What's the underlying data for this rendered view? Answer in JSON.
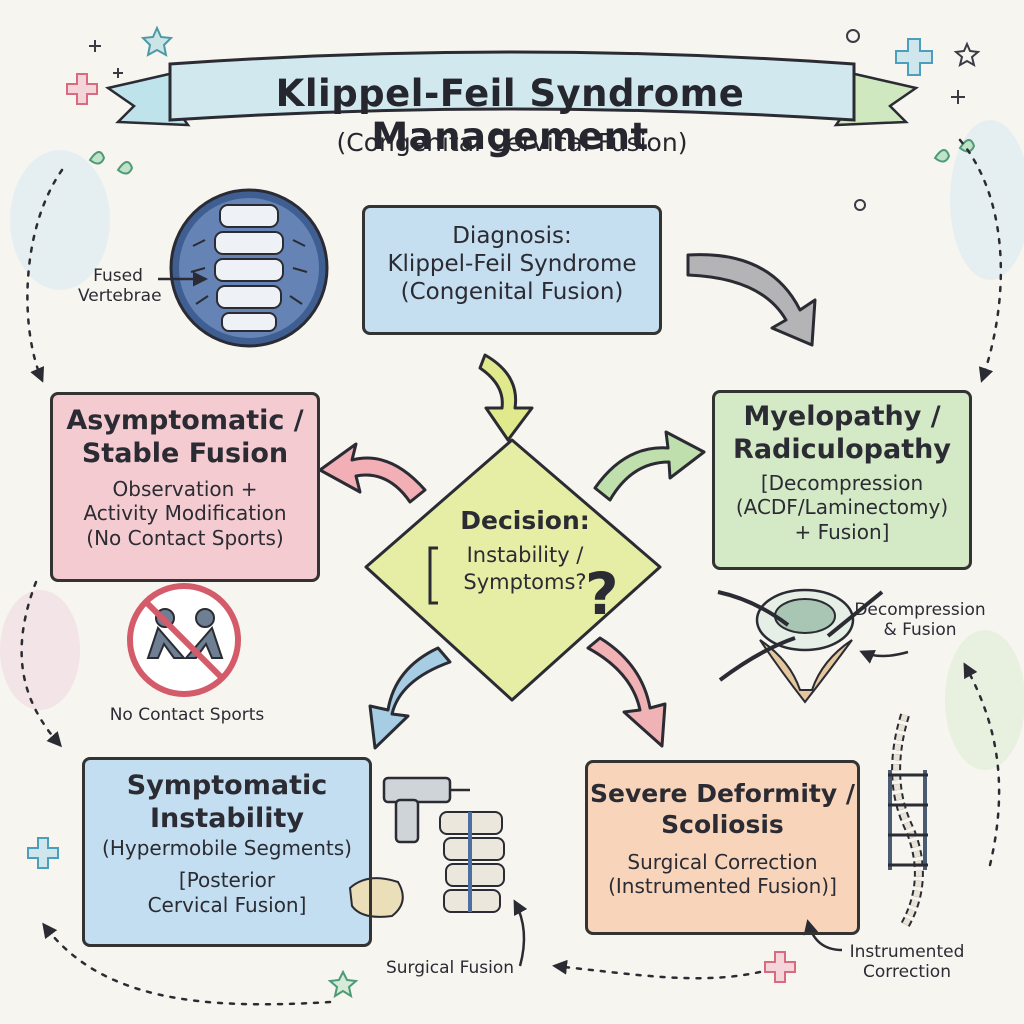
{
  "title": "Klippel-Feil Syndrome Management",
  "subtitle": "(Congenital Cervical Fusion)",
  "diagnosis": {
    "title": "Diagnosis:",
    "lines": [
      "Klippel-Feil Syndrome",
      "(Congenital Fusion)"
    ]
  },
  "decision": {
    "title": "Decision:",
    "lines": [
      "Instability /",
      "Symptoms?"
    ],
    "mark": "?"
  },
  "nodes": {
    "asymptomatic": {
      "title_lines": [
        "Asymptomatic /",
        "Stable Fusion"
      ],
      "detail_lines": [
        "Observation +",
        "Activity Modification",
        "(No Contact Sports)"
      ]
    },
    "myelopathy": {
      "title_lines": [
        "Myelopathy /",
        "Radiculopathy"
      ],
      "detail_lines": [
        "[Decompression",
        "(ACDF/Laminectomy)",
        "+ Fusion]"
      ]
    },
    "instability": {
      "title_lines": [
        "Symptomatic",
        "Instability"
      ],
      "detail_lines": [
        "(Hypermobile Segments)",
        "[Posterior",
        "Cervical Fusion]"
      ]
    },
    "deformity": {
      "title_lines": [
        "Severe Deformity /",
        "Scoliosis"
      ],
      "detail_lines": [
        "Surgical Correction",
        "(Instrumented Fusion)]"
      ]
    }
  },
  "labels": {
    "fused_vertebrae": [
      "Fused",
      "Vertebrae"
    ],
    "no_contact_sports": "No Contact Sports",
    "decompression_fusion": [
      "Decompression",
      "& Fusion"
    ],
    "surgical_fusion": "Surgical Fusion",
    "instrumented_correction": [
      "Instrumented",
      "Correction"
    ]
  },
  "colors": {
    "diagnosis": "#bfdcef",
    "decision": "#e6eea6",
    "asymptomatic": "#f3c7cc",
    "myelopathy": "#cfe8c0",
    "instability": "#bcdcef",
    "deformity": "#f6d0b4",
    "ribbon": "#cde6ea",
    "ink": "#2b2b33"
  }
}
